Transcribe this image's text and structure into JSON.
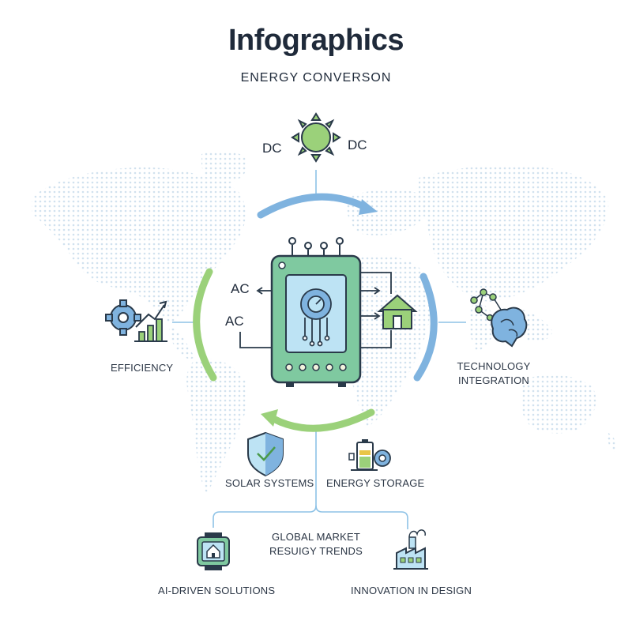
{
  "header": {
    "title": "Infographics",
    "subtitle": "ENERGY CONVERSON"
  },
  "flow_labels": {
    "dc_left": "DC",
    "dc_right": "DC",
    "ac_top": "AC",
    "ac_bottom": "AC"
  },
  "items": {
    "efficiency": "EFFICIENCY",
    "technology_line1": "TECHNOLOGY",
    "technology_line2": "INTEGRATION",
    "solar_systems": "SOLAR SYSTEMS",
    "energy_storage": "ENERGY STORAGE",
    "global_market_line1": "GLOBAL MARKET",
    "global_market_line2": "RESUIGY TRENDS",
    "ai_driven": "AI-DRIVEN SOLUTIONS",
    "innovation": "INNOVATION IN DESIGN"
  },
  "colors": {
    "blue": "#7fb3df",
    "green": "#9bd17a",
    "device": "#7fc9a0",
    "outline": "#2a3a4a",
    "map": "#cfe0ee"
  },
  "icons": [
    "sun-icon",
    "gear-chart-icon",
    "brain-network-icon",
    "house-icon",
    "shield-check-icon",
    "battery-gear-icon",
    "smartwatch-home-icon",
    "factory-icon",
    "inverter-device-icon"
  ]
}
